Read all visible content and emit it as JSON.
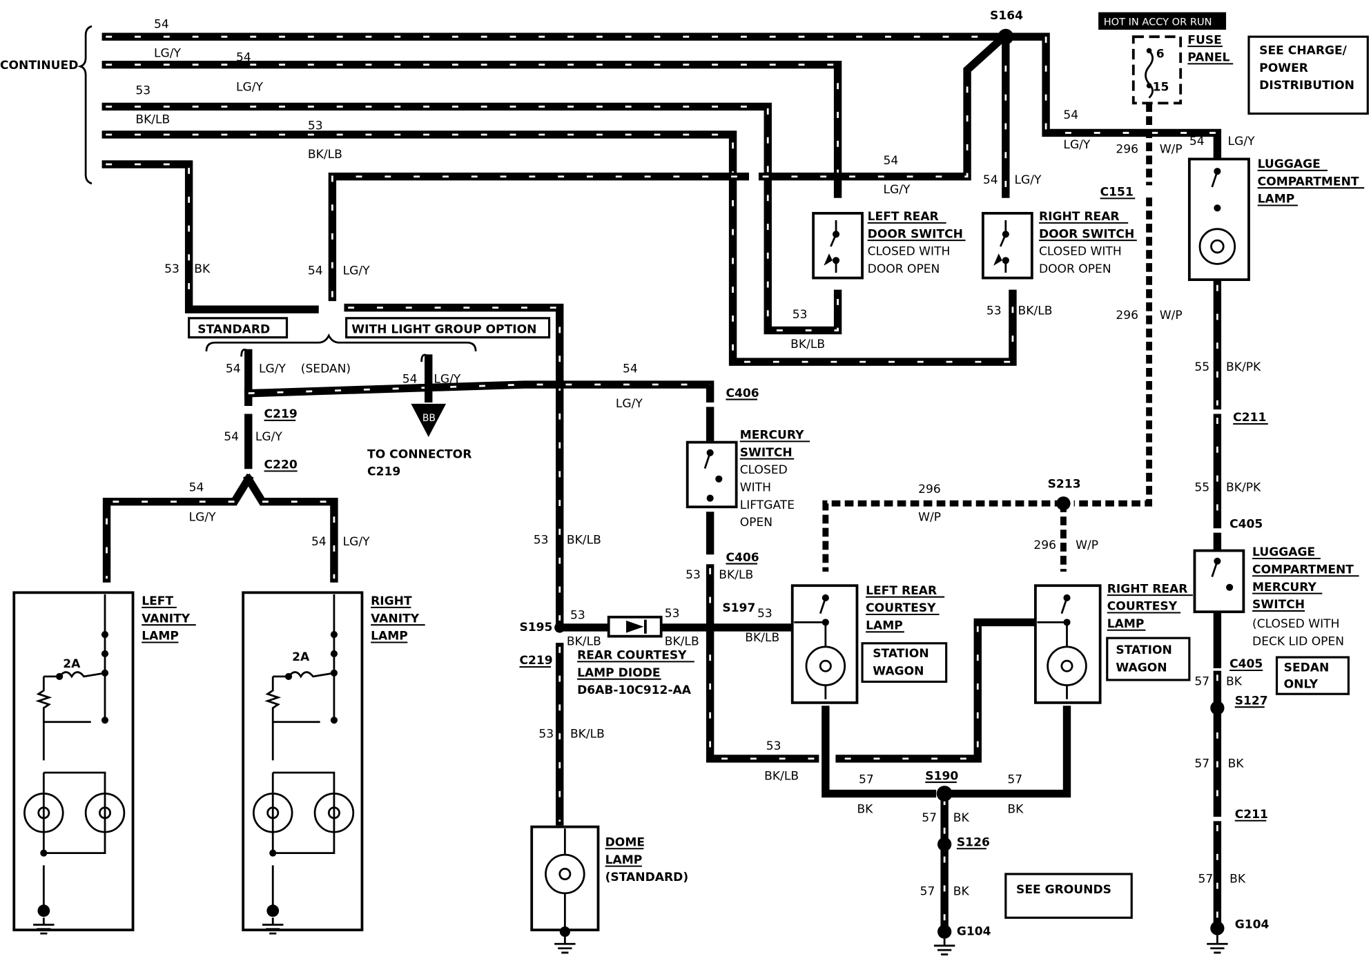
{
  "labels": {
    "continued": "CONTINUED",
    "s164": "S164",
    "hot_in_accy": "HOT IN ACCY OR RUN",
    "fuse_panel": [
      "FUSE",
      "PANEL"
    ],
    "fuse_6": "6",
    "fuse_15": "15",
    "see_charge": [
      "SEE CHARGE/",
      "POWER",
      "DISTRIBUTION"
    ],
    "standard": "STANDARD",
    "light_group": "WITH LIGHT GROUP OPTION",
    "sedan_note": "(SEDAN)",
    "to_connector": [
      "TO CONNECTOR",
      "C219"
    ],
    "bb": "BB",
    "left_rear_door_switch": [
      "LEFT REAR",
      "DOOR SWITCH",
      "CLOSED WITH",
      "DOOR OPEN"
    ],
    "right_rear_door_switch": [
      "RIGHT REAR",
      "DOOR SWITCH",
      "CLOSED WITH",
      "DOOR OPEN"
    ],
    "luggage_lamp": [
      "LUGGAGE",
      "COMPARTMENT",
      "LAMP"
    ],
    "mercury_switch": [
      "MERCURY",
      "SWITCH",
      "CLOSED",
      "WITH",
      "LIFTGATE",
      "OPEN"
    ],
    "left_vanity": [
      "LEFT",
      "VANITY",
      "LAMP"
    ],
    "right_vanity": [
      "RIGHT",
      "VANITY",
      "LAMP"
    ],
    "fuse_2a": "2A",
    "left_rear_courtesy": [
      "LEFT REAR",
      "COURTESY",
      "LAMP"
    ],
    "right_rear_courtesy": [
      "RIGHT REAR",
      "COURTESY",
      "LAMP"
    ],
    "station_wagon": [
      "STATION",
      "WAGON"
    ],
    "rear_courtesy_diode": [
      "REAR COURTESY",
      "LAMP DIODE",
      "D6AB-10C912-AA"
    ],
    "dome_lamp": [
      "DOME",
      "LAMP",
      "(STANDARD)"
    ],
    "luggage_mercury": [
      "LUGGAGE",
      "COMPARTMENT",
      "MERCURY",
      "SWITCH",
      "(CLOSED WITH",
      "DECK LID OPEN"
    ],
    "sedan_only": [
      "SEDAN",
      "ONLY"
    ],
    "see_grounds": "SEE GROUNDS",
    "connectors": {
      "c151": "C151",
      "c219": "C219",
      "c220": "C220",
      "c406": "C406",
      "c211": "C211",
      "c405": "C405",
      "s213": "S213",
      "s195": "S195",
      "s197": "S197",
      "s190": "S190",
      "s126": "S126",
      "s127": "S127",
      "g104": "G104"
    },
    "circuits": {
      "c54": "54",
      "c53": "53",
      "c55": "55",
      "c57": "57",
      "c296": "296",
      "lgy": "LG/Y",
      "bklb": "BK/LB",
      "bk": "BK",
      "wp": "W/P",
      "bkpk": "BK/PK"
    }
  }
}
